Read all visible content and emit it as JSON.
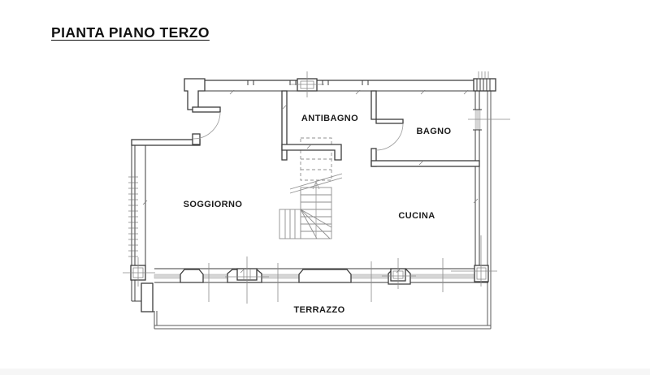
{
  "title": {
    "text": "PIANTA PIANO TERZO"
  },
  "plan": {
    "rooms": [
      {
        "id": "soggiorno",
        "label": "SOGGIORNO"
      },
      {
        "id": "antibagno",
        "label": "ANTIBAGNO"
      },
      {
        "id": "bagno",
        "label": "BAGNO"
      },
      {
        "id": "cucina",
        "label": "CUCINA"
      },
      {
        "id": "terrazzo",
        "label": "TERRAZZO"
      }
    ],
    "elements": [
      "staircase-with-up-arrow",
      "stair-break-line",
      "entrance-door-swing",
      "bagno-door-swing",
      "top-wall-window-openings",
      "right-wall-window",
      "glazed-terrace-front",
      "structural-column-markers",
      "terrace-boundary",
      "left-wall-hatching"
    ],
    "colors": {
      "wall": "#3c3c3c",
      "light_line": "#8f8f8f",
      "glazing": "#d6d6d6",
      "label_text": "#1b1b1b",
      "background": "#ffffff"
    }
  }
}
